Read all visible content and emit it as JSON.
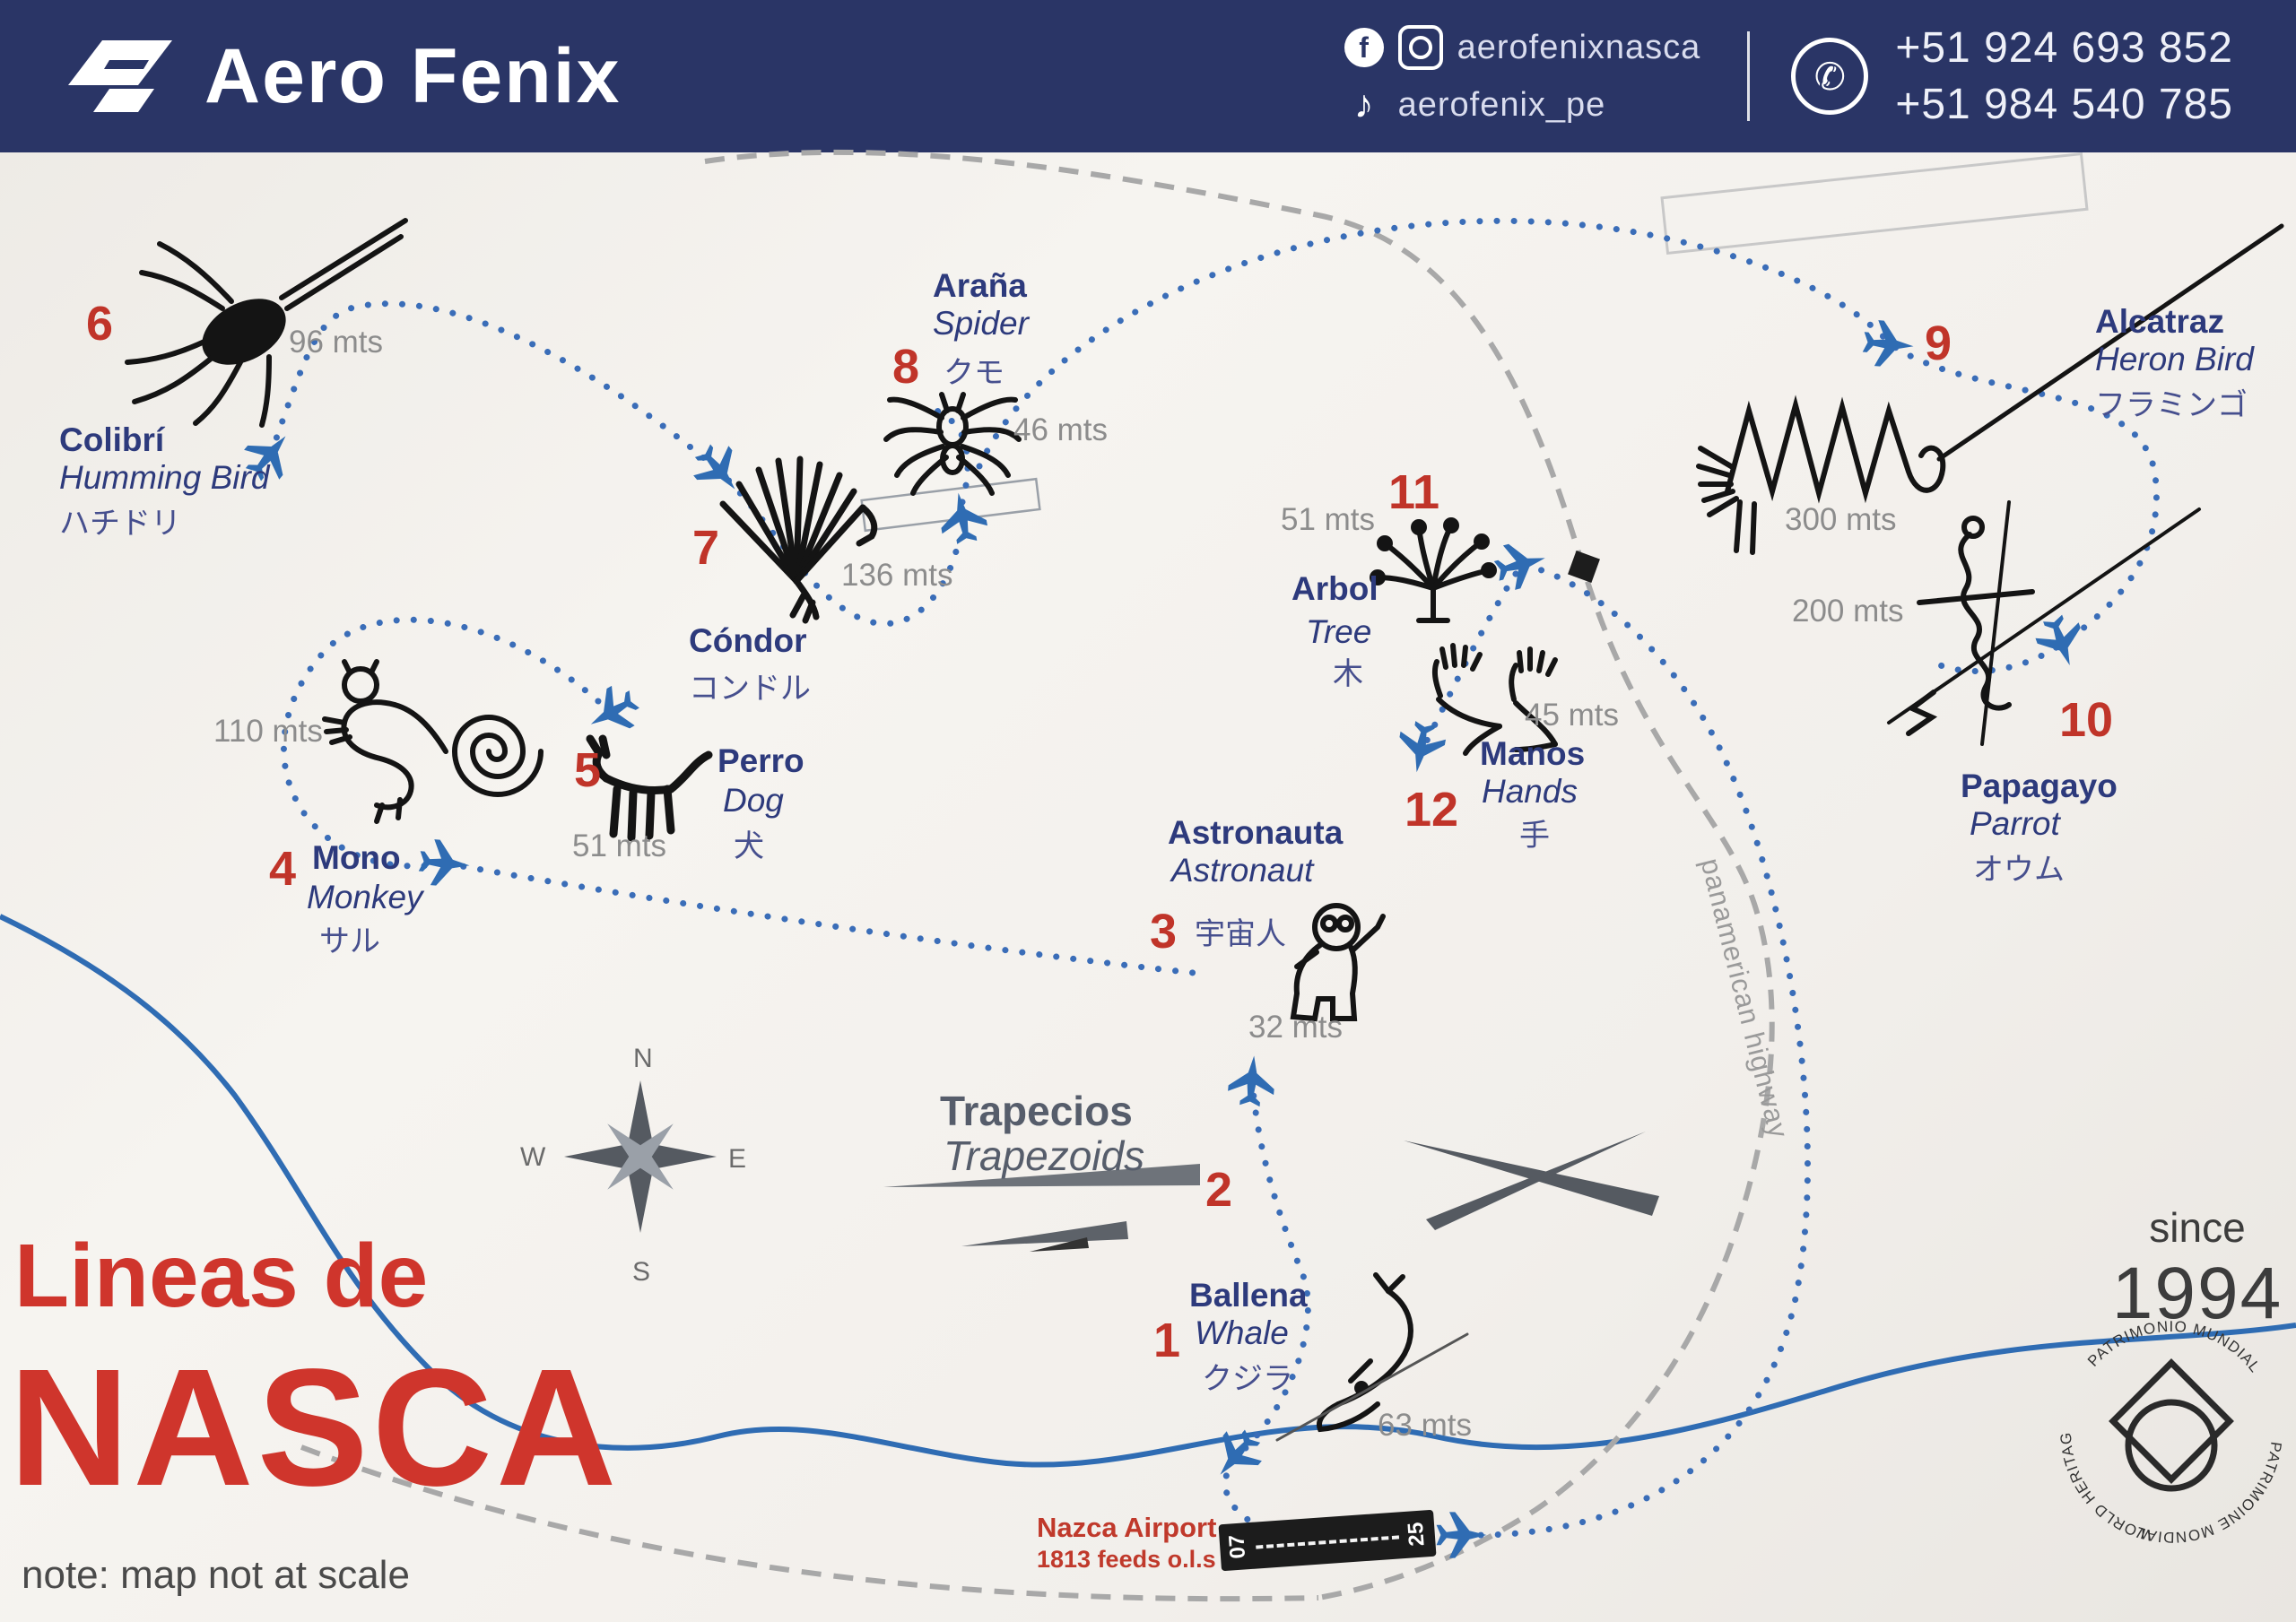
{
  "header": {
    "brand": "Aero Fenix",
    "handle_fb_ig": "aerofenixnasca",
    "handle_tiktok": "aerofenix_pe",
    "phone1": "+51 924 693 852",
    "phone2": "+51 984 540 785"
  },
  "title": {
    "line1": "Lineas de",
    "line2": "NASCA",
    "note": "note: map not at scale"
  },
  "since": {
    "word": "since",
    "year": "1994"
  },
  "heritage": {
    "top": "PATRIMONIO MUNDIAL",
    "left": "WORLD HERITAGE",
    "right": "PATRIMOINE MONDIAL"
  },
  "airport": {
    "name": "Nazca Airport",
    "elev": "1813 feeds o.l.s",
    "rw1": "07",
    "rw2": "25"
  },
  "highway_label": "panamerican highway",
  "compass": {
    "n": "N",
    "e": "E",
    "s": "S",
    "w": "W"
  },
  "icons": {
    "facebook": "f",
    "tiktok_glyph": "♪",
    "whatsapp_glyph": "✆",
    "plane": "plane-icon"
  },
  "colors": {
    "header_navy": "#2a3566",
    "accent_red": "#c03429",
    "route_blue": "#3a6db8",
    "river_blue": "#2f6cb3",
    "highway_gray": "#a8a8a8",
    "figure_black": "#141414"
  },
  "figures": [
    {
      "num": "1",
      "es": "Ballena",
      "en": "Whale",
      "jp": "クジラ",
      "size": "63 mts"
    },
    {
      "num": "2",
      "es": "Trapecios",
      "en": "Trapezoids",
      "jp": "",
      "size": ""
    },
    {
      "num": "3",
      "es": "Astronauta",
      "en": "Astronaut",
      "jp": "宇宙人",
      "size": "32 mts"
    },
    {
      "num": "4",
      "es": "Mono",
      "en": "Monkey",
      "jp": "サル",
      "size": "110 mts"
    },
    {
      "num": "5",
      "es": "Perro",
      "en": "Dog",
      "jp": "犬",
      "size": "51 mts"
    },
    {
      "num": "6",
      "es": "Colibrí",
      "en": "Humming Bird",
      "jp": "ハチドリ",
      "size": "96 mts"
    },
    {
      "num": "7",
      "es": "Cóndor",
      "en": "",
      "jp": "コンドル",
      "size": "136 mts"
    },
    {
      "num": "8",
      "es": "Araña",
      "en": "Spider",
      "jp": "クモ",
      "size": "46 mts"
    },
    {
      "num": "9",
      "es": "Alcatraz",
      "en": "Heron Bird",
      "jp": "フラミンゴ",
      "size": "300 mts"
    },
    {
      "num": "10",
      "es": "Papagayo",
      "en": "Parrot",
      "jp": "オウム",
      "size": "200 mts"
    },
    {
      "num": "11",
      "es": "Arbol",
      "en": "Tree",
      "jp": "木",
      "size": "51 mts"
    },
    {
      "num": "12",
      "es": "Manos",
      "en": "Hands",
      "jp": "手",
      "size": "45 mts"
    }
  ]
}
